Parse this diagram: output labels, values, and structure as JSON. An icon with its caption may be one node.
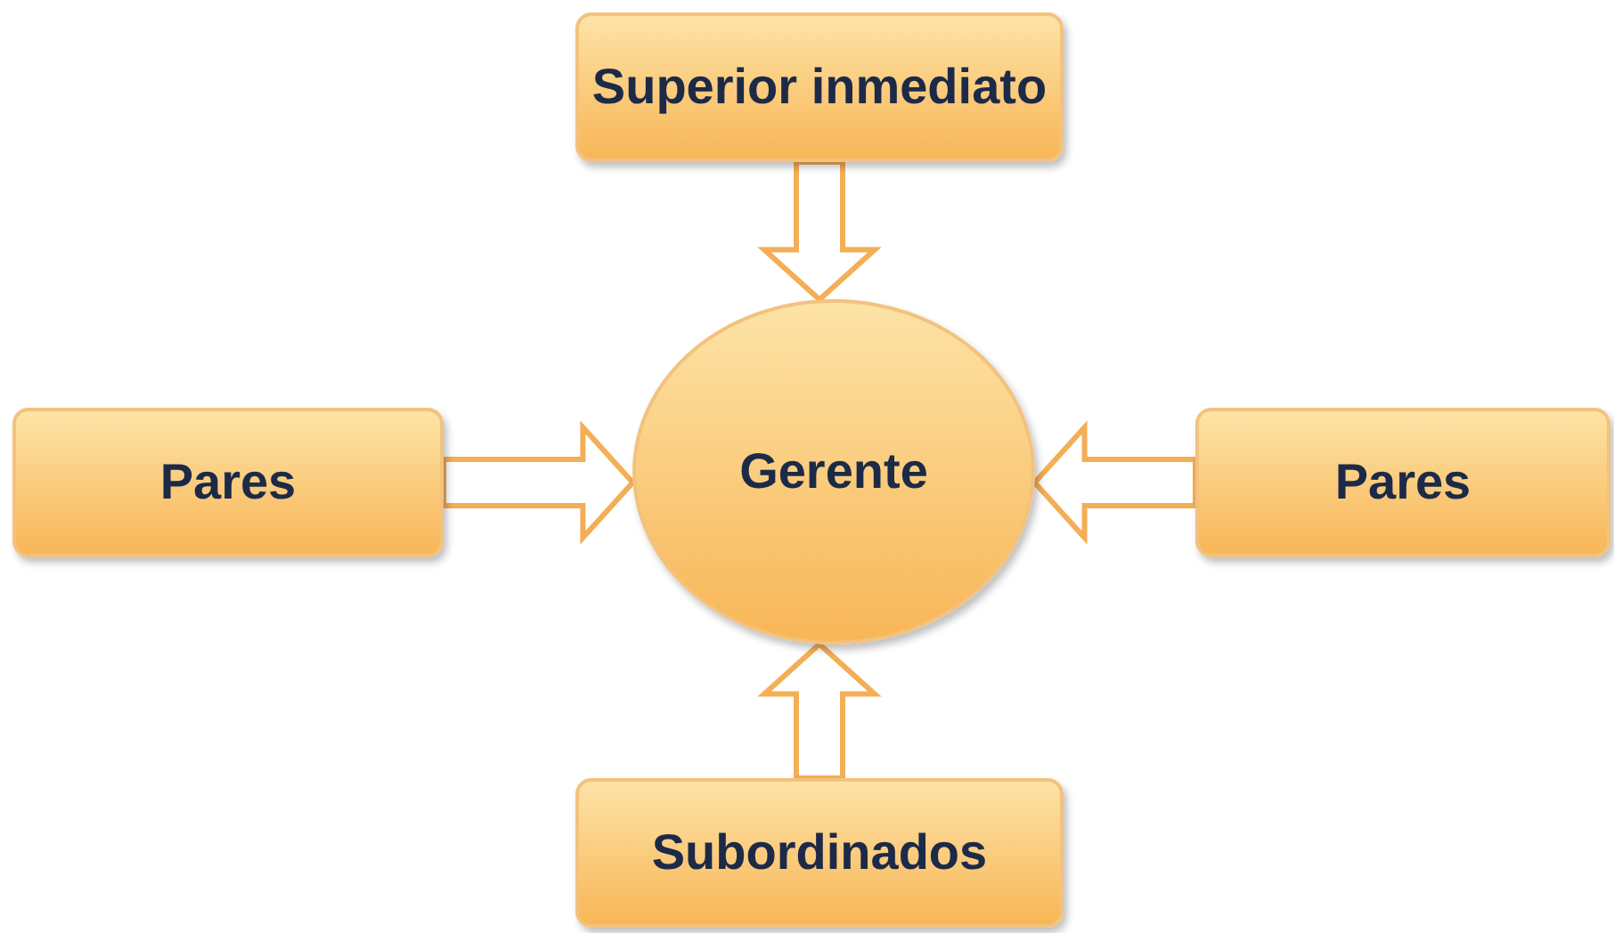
{
  "diagram": {
    "nodes": [
      {
        "text": [
          "Superior inmediato"
        ]
      },
      {
        "text": [
          "Pares"
        ]
      },
      {
        "text": [
          "Gerente"
        ]
      },
      {
        "text": [
          "Pares"
        ]
      },
      {
        "text": [
          "Subordinados"
        ]
      }
    ],
    "edges": [
      {
        "from": 0,
        "to": 2,
        "arrow": "to"
      },
      {
        "from": 1,
        "to": 2,
        "arrow": "to"
      },
      {
        "from": 3,
        "to": 2,
        "arrow": "to"
      },
      {
        "from": 4,
        "to": 2,
        "arrow": "to"
      }
    ]
  }
}
